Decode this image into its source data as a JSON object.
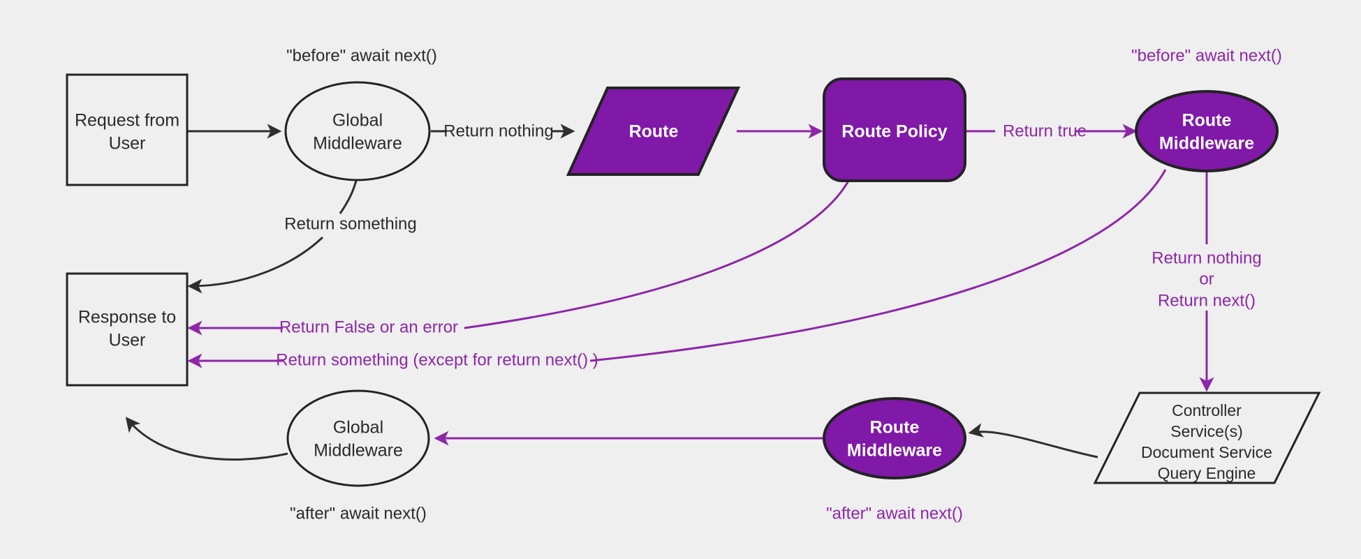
{
  "diagram": {
    "title": "Middleware request/response flow",
    "background_color": "#efefef",
    "accent_purple": "#8018a8",
    "link_purple": "#8d26a8",
    "dark": "#232323",
    "nodes": {
      "request_from_user": {
        "line1": "Request from",
        "line2": "User",
        "shape": "rectangle",
        "style": "plain"
      },
      "global_middleware_top": {
        "line1": "Global",
        "line2": "Middleware",
        "shape": "ellipse",
        "style": "plain"
      },
      "route": {
        "line1": "Route",
        "shape": "parallelogram",
        "style": "purple"
      },
      "route_policy": {
        "line1": "Route Policy",
        "shape": "rounded-rect",
        "style": "purple"
      },
      "route_middleware_top": {
        "line1": "Route",
        "line2": "Middleware",
        "shape": "ellipse",
        "style": "purple"
      },
      "controller_stack": {
        "line1": "Controller",
        "line2": "Service(s)",
        "line3": "Document Service",
        "line4": "Query Engine",
        "shape": "parallelogram",
        "style": "plain"
      },
      "route_middleware_bottom": {
        "line1": "Route",
        "line2": "Middleware",
        "shape": "ellipse",
        "style": "purple"
      },
      "global_middleware_bottom": {
        "line1": "Global",
        "line2": "Middleware",
        "shape": "ellipse",
        "style": "plain"
      },
      "response_to_user": {
        "line1": "Response to",
        "line2": "User",
        "shape": "rectangle",
        "style": "plain"
      }
    },
    "annotations": {
      "before_await_next_left": "\"before\" await next()",
      "before_await_next_right": "\"before\" await next()",
      "after_await_next_left": "\"after\" await next()",
      "after_await_next_right": "\"after\" await next()"
    },
    "edge_labels": {
      "return_nothing": "Return nothing",
      "return_something": "Return something",
      "return_true": "Return true",
      "return_false_or_error": "Return False or an error",
      "return_something_except": "Return something (except for return next() )",
      "return_nothing_or_next_1": "Return nothing",
      "return_nothing_or_next_2": "or",
      "return_nothing_or_next_3": "Return next()"
    }
  }
}
